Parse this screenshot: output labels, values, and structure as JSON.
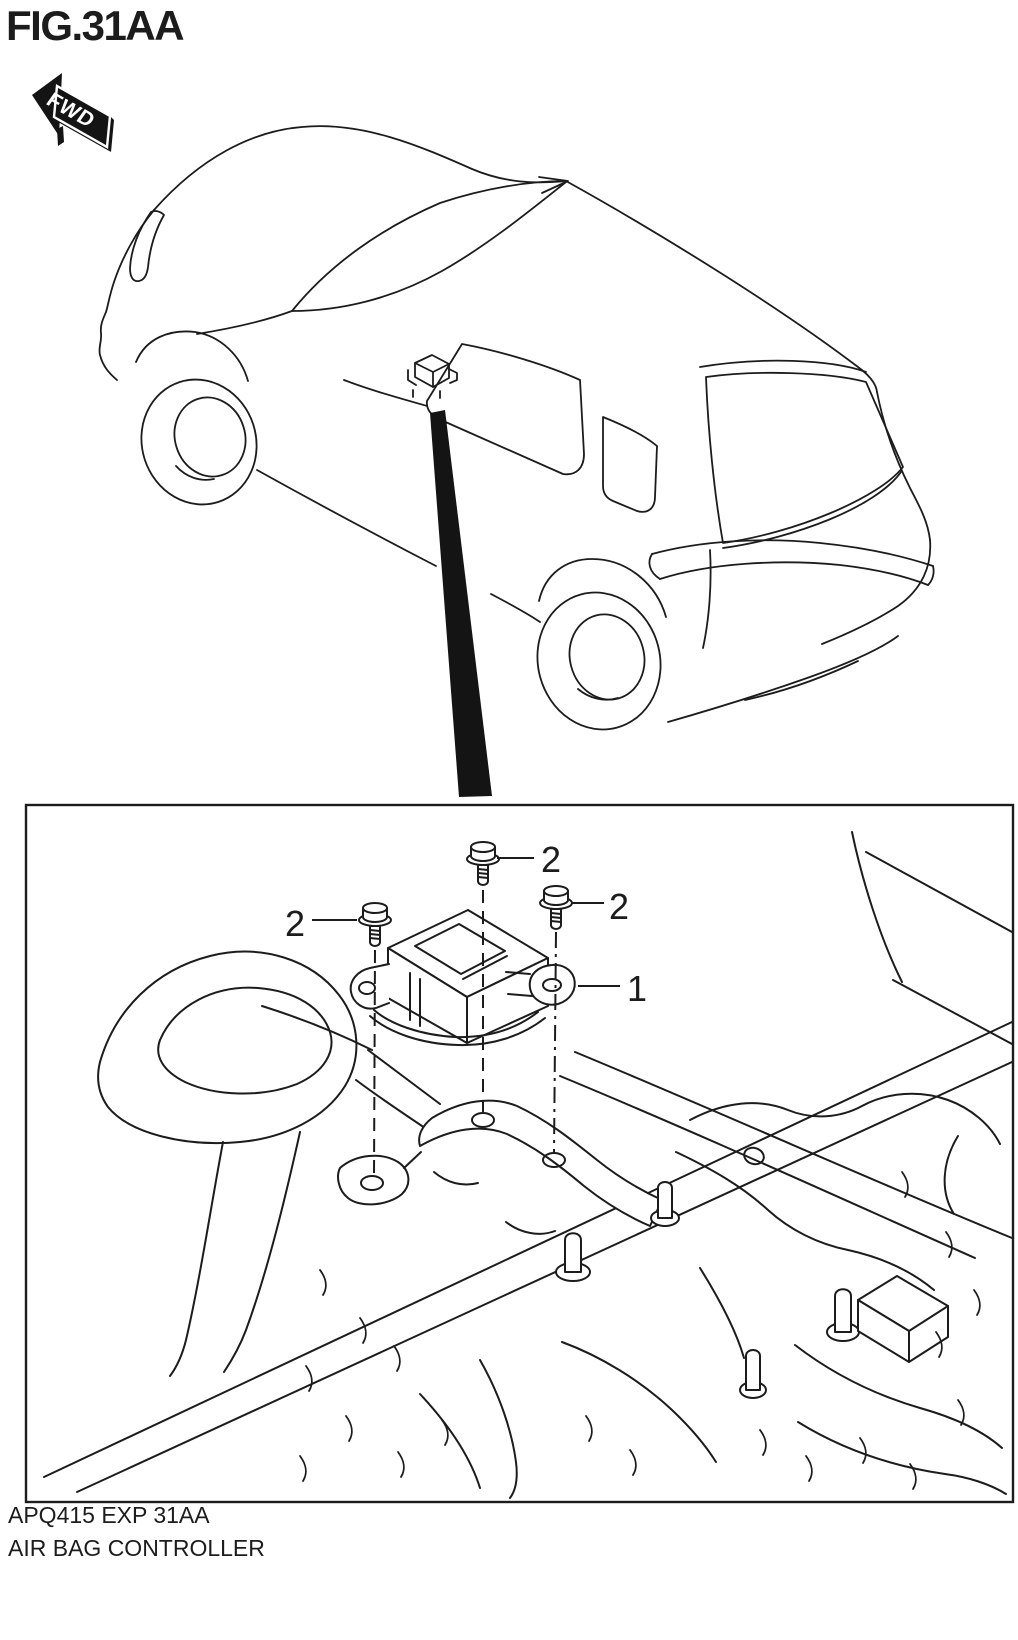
{
  "figure": {
    "title": "FIG.31AA"
  },
  "orientation": {
    "label": "FWD"
  },
  "callouts": [
    {
      "label": "2"
    },
    {
      "label": "2"
    },
    {
      "label": "2"
    },
    {
      "label": "1"
    }
  ],
  "footer": {
    "catalog_code": "APQ415 EXP 31AA",
    "part_name": "AIR BAG CONTROLLER"
  },
  "colors": {
    "ink": "#1c1c1c",
    "background": "#ffffff"
  }
}
